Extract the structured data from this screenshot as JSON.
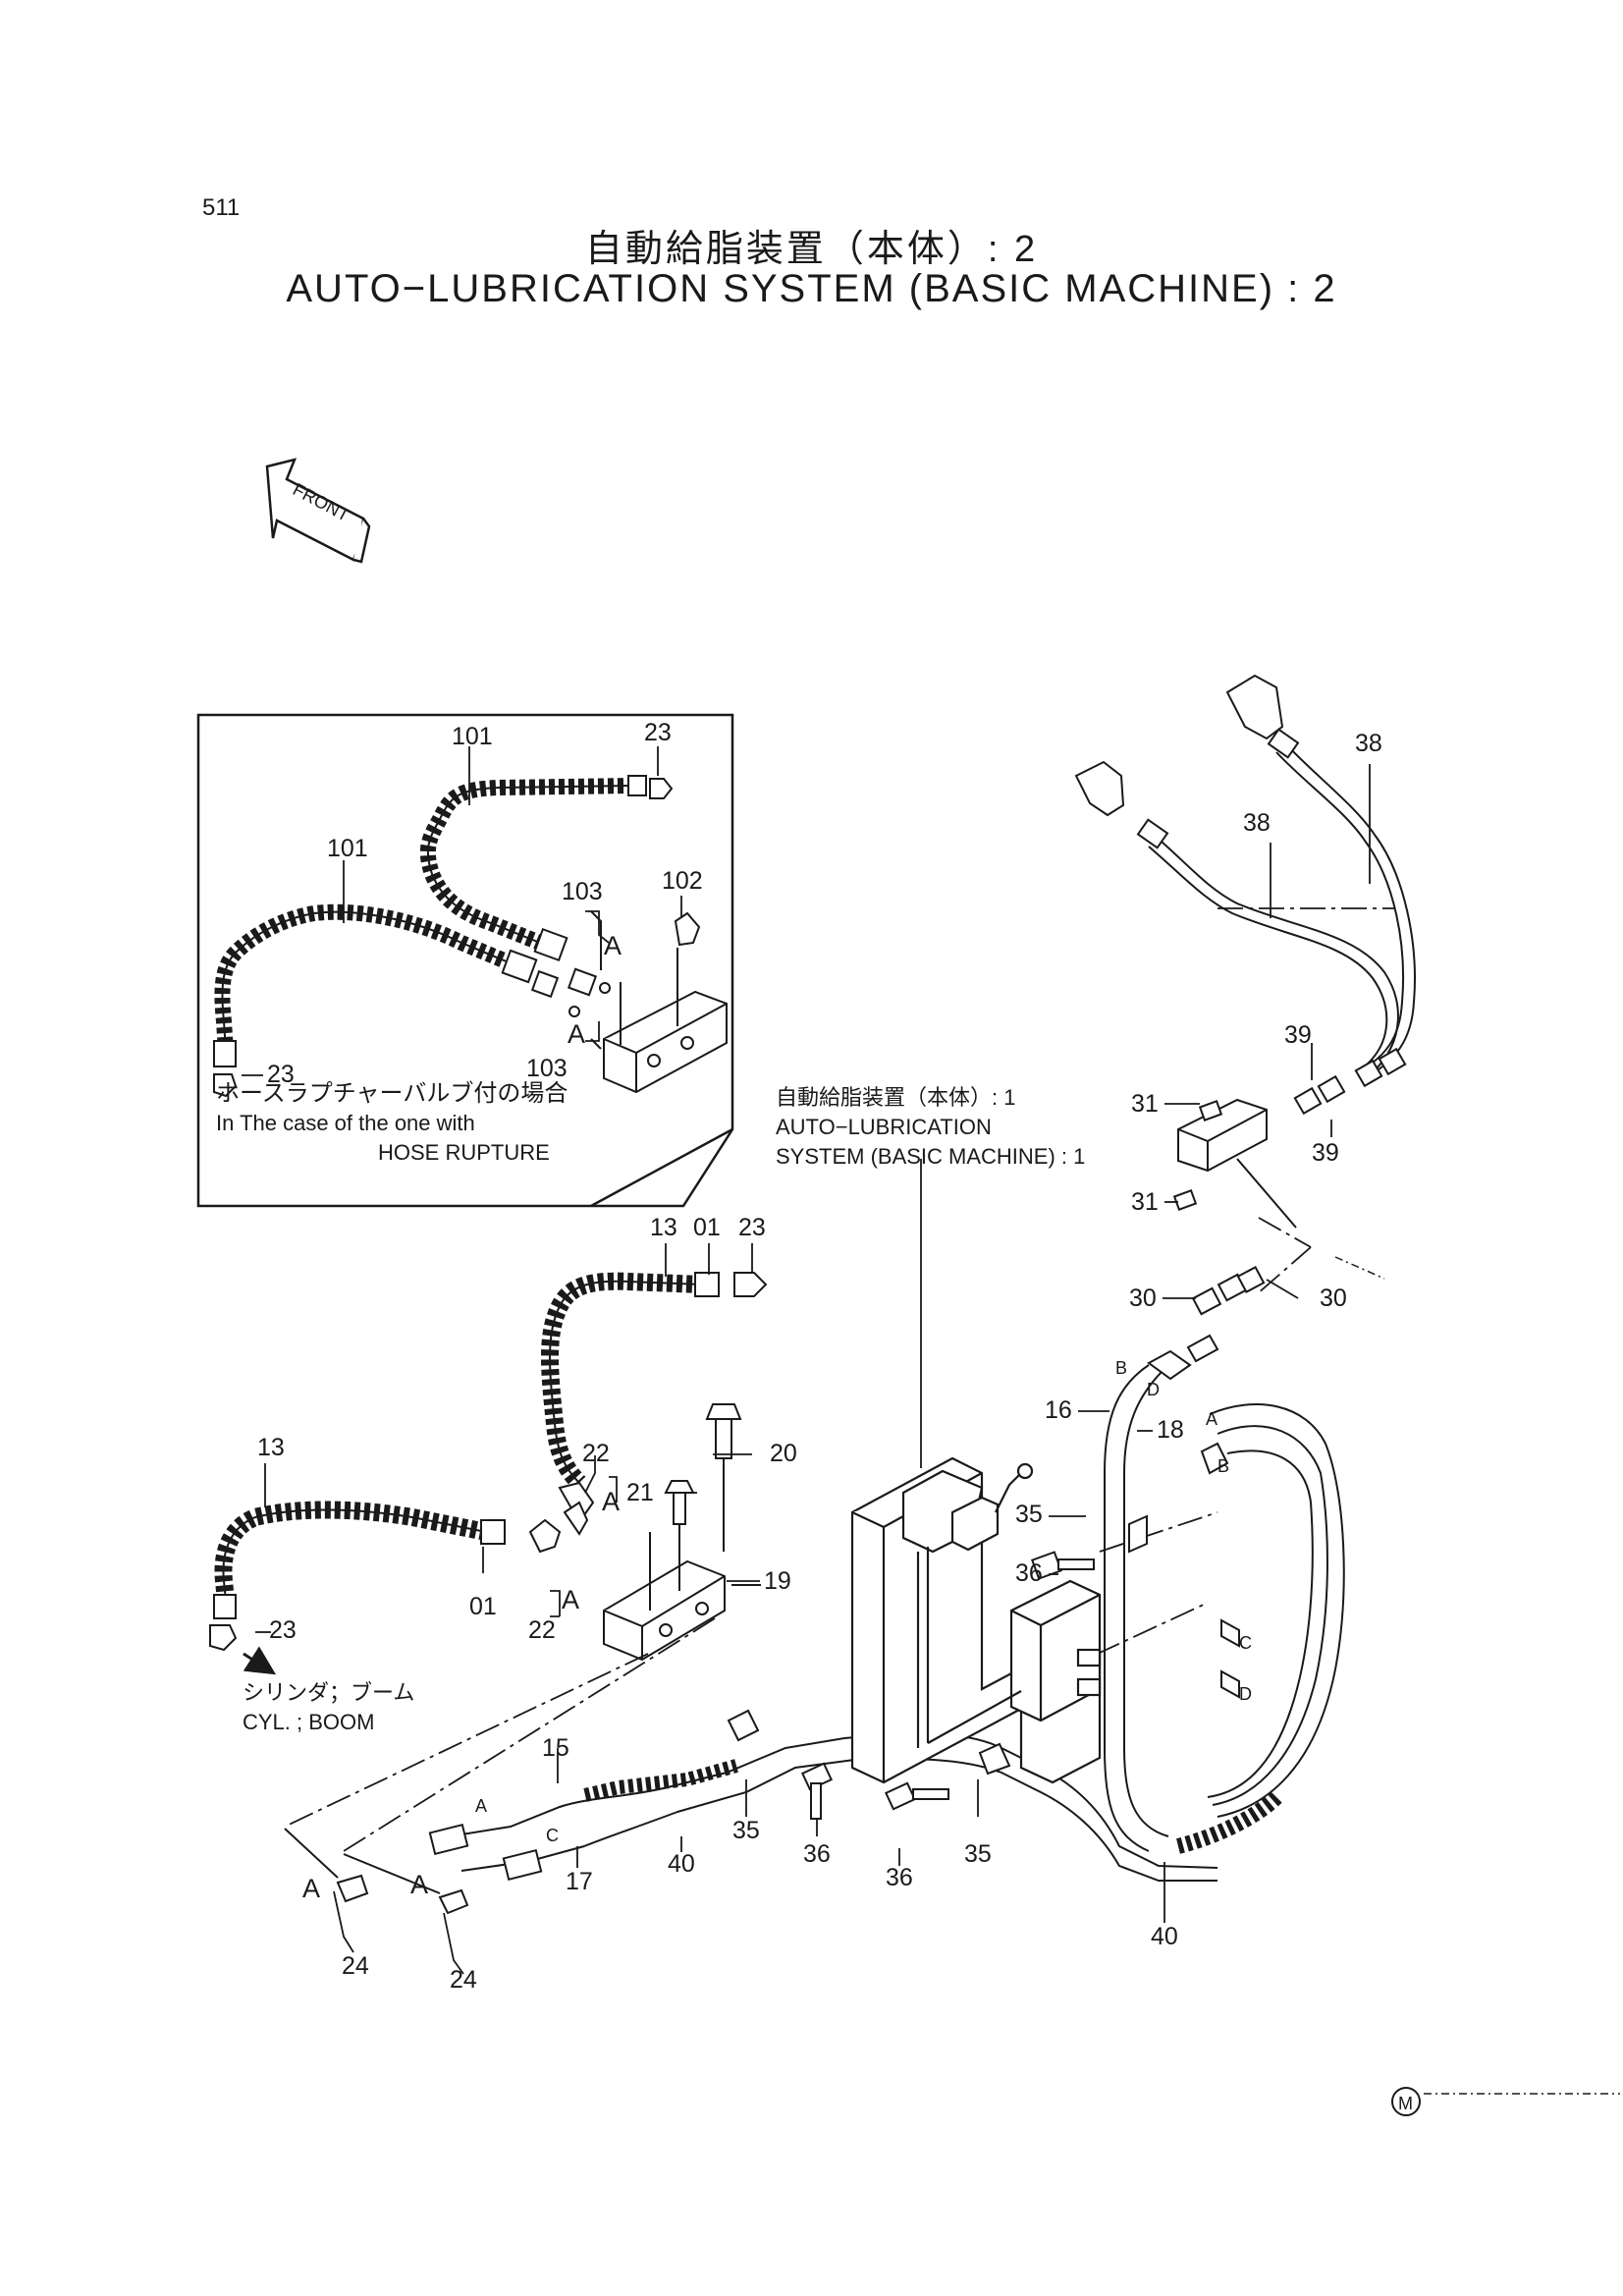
{
  "header": {
    "page_number": "511",
    "title_ja": "自動給脂装置（本体）: 2",
    "title_en": "AUTO−LUBRICATION SYSTEM (BASIC MACHINE) : 2"
  },
  "front_arrow": {
    "label": "FRONT"
  },
  "inset": {
    "note_ja": "ホースラプチャーバルブ付の場合",
    "note_en_1": "In The case of the one with",
    "note_en_2": "HOSE RUPTURE",
    "labels": {
      "l101a": "101",
      "l101b": "101",
      "l23a": "23",
      "l23b": "23",
      "l102": "102",
      "l103a": "103",
      "l103b": "103",
      "la1": "A",
      "la2": "A"
    }
  },
  "reference": {
    "line1": "自動給脂装置（本体）: 1",
    "line2": "AUTO−LUBRICATION",
    "line3": "SYSTEM (BASIC MACHINE) : 1"
  },
  "cylinder_note": {
    "ja": "シリンダ；ブーム",
    "en": "CYL. ; BOOM"
  },
  "parts": {
    "p13a": "13",
    "p01a": "01",
    "p23a": "23",
    "p13b": "13",
    "p01b": "01",
    "p23b": "23",
    "p22a": "22",
    "p22b": "22",
    "p21": "21",
    "p20": "20",
    "p19": "19",
    "pA1": "A",
    "pA2": "A",
    "pA3": "A",
    "pA4": "A",
    "p15": "15",
    "p17": "17",
    "p40a": "40",
    "p35a": "35",
    "p36a": "36",
    "p36b": "36",
    "p35b": "35",
    "p40b": "40",
    "p24a": "24",
    "p24b": "24",
    "p38a": "38",
    "p38b": "38",
    "p39a": "39",
    "p39b": "39",
    "p31a": "31",
    "p31b": "31",
    "p30a": "30",
    "p30b": "30",
    "p16": "16",
    "p18": "18",
    "p35c": "35",
    "p36c": "36",
    "cA1": "A",
    "cC1": "C",
    "cA2": "A",
    "cB1": "B",
    "cB2": "B",
    "cD1": "D",
    "cC2": "C",
    "cD2": "D"
  },
  "footer": {
    "mark": "M"
  }
}
